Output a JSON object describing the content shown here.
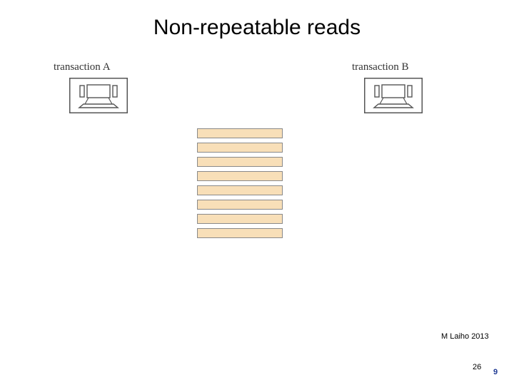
{
  "title": "Non-repeatable reads",
  "transaction_a": {
    "label": "transaction A",
    "icon": "computer-terminal-icon"
  },
  "transaction_b": {
    "label": "transaction B",
    "icon": "computer-terminal-icon"
  },
  "table": {
    "row_count": 8,
    "row_color": "#f8dfb8"
  },
  "footer": {
    "credit": "M Laiho 2013",
    "page": "26",
    "slide": "9"
  }
}
